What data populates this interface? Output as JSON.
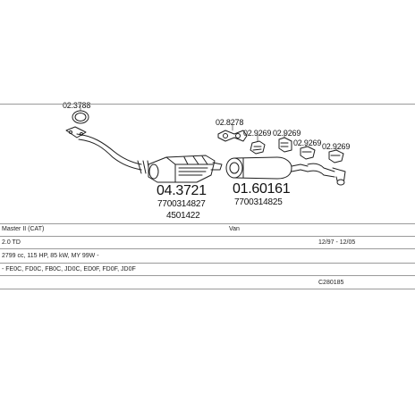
{
  "parts": {
    "clamp_front": "02.3788",
    "catalyst": "04.3721",
    "catalyst_oe1": "7700314827",
    "catalyst_oe2": "4501422",
    "gasket": "02.8278",
    "clamp_a": "02.9269",
    "clamp_b": "02.9269",
    "clamp_c": "02.9269",
    "clamp_d": "02.9269",
    "rear_silencer": "01.60161",
    "rear_oe": "7700314825"
  },
  "info": {
    "model": "Master II (CAT)",
    "vehicle_type": "Van",
    "engine": "2.0 TD",
    "years": "12/97 - 12/05",
    "spec": "2799 cc, 115 HP, 85 kW, MY 99W -",
    "codes": "- FE0C, FD0C, FB0C, JD0C, ED0F, FD0F, JD0F",
    "catalog_code": "C280185"
  },
  "colors": {
    "line": "#1f1f1f",
    "rule": "#9a9a9a"
  }
}
